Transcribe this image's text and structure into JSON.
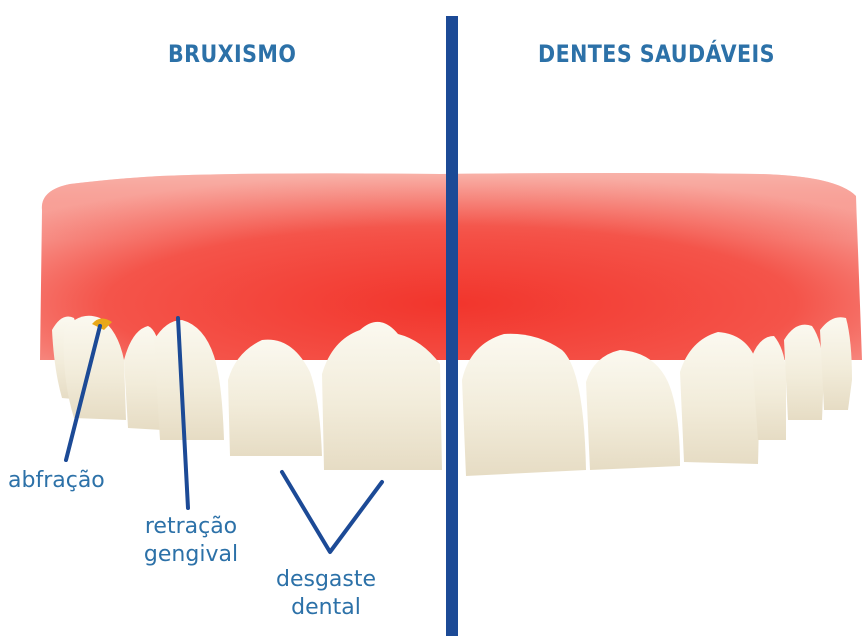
{
  "headings": {
    "left": "BRUXISMO",
    "right": "DENTES SAUDÁVEIS"
  },
  "labels": {
    "abfracao": "abfração",
    "retracao_line1": "retração",
    "retracao_line2": "gengival",
    "desgaste_line1": "desgaste",
    "desgaste_line2": "dental"
  },
  "colors": {
    "text": "#2c71a8",
    "divider": "#1c4a96",
    "pointer": "#1c4a96",
    "gum": "#f0473f",
    "tooth": "#f3eede",
    "abfraction_mark": "#e8a818"
  }
}
